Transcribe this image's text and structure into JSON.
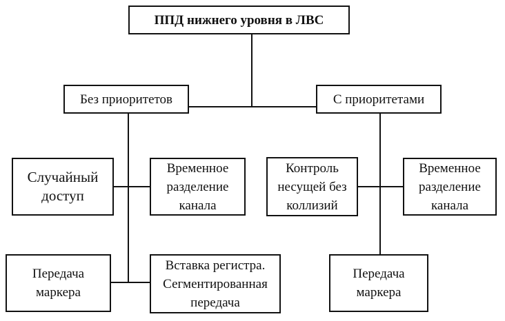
{
  "diagram": {
    "root": "ППД нижнего уровня в ЛВС",
    "left_branch": {
      "label": "Без приоритетов",
      "children": [
        "Случайный\nдоступ",
        "Временное\nразделение\nканала",
        "Передача\nмаркера",
        "Вставка регистра.\nСегментированная\nпередача"
      ]
    },
    "right_branch": {
      "label": "С приоритетами",
      "children": [
        "Контроль\nнесущей без\nколлизий",
        "Временное\nразделение\nканала",
        "Передача\nмаркера"
      ]
    }
  }
}
